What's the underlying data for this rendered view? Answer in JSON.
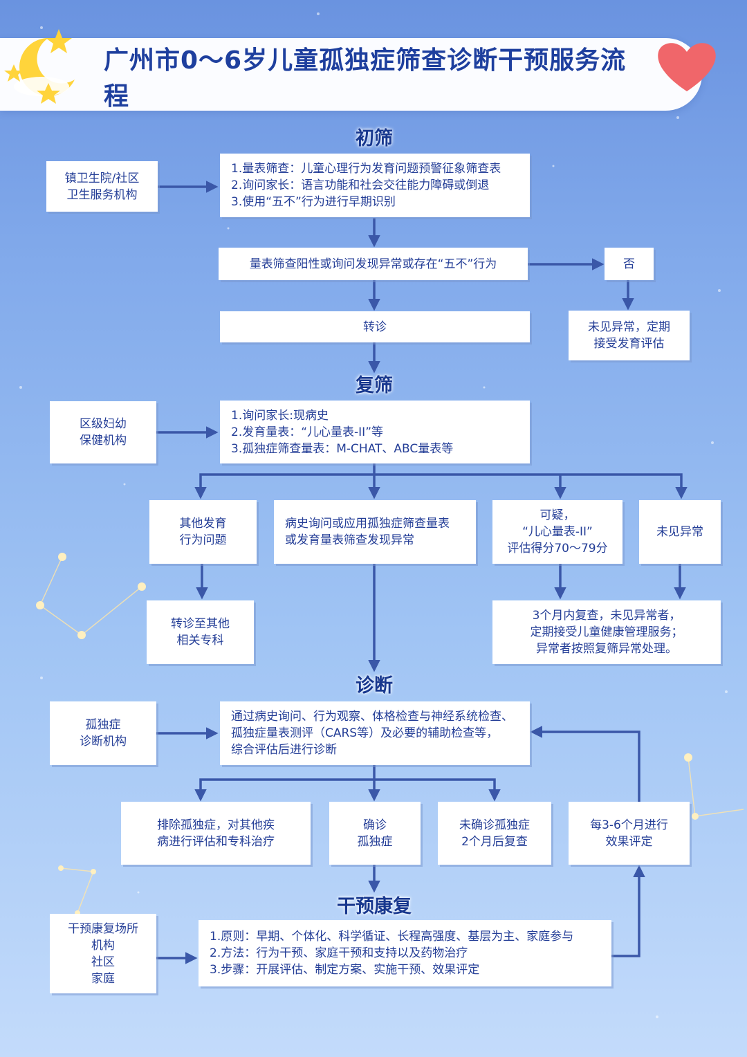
{
  "title": "广州市0～6岁儿童孤独症筛查诊断干预服务流程",
  "colors": {
    "accent": "#3a57a8",
    "text": "#243e97",
    "box": "#ffffff"
  },
  "icons": [
    "moon-icon",
    "star-icon",
    "heart-icon",
    "constellation-icon"
  ],
  "sections": {
    "initial": "初筛",
    "rescreen": "复筛",
    "diagnosis": "诊断",
    "intervention": "干预康复"
  },
  "initial": {
    "org": "镇卫生院/社区\n卫生服务机构",
    "steps": "1.量表筛查：儿童心理行为发育问题预警征象筛查表\n2.询问家长：语言功能和社会交往能力障碍或倒退\n3.使用“五不”行为进行早期识别",
    "condition": "量表筛查阳性或询问发现异常或存在“五不”行为",
    "no": "否",
    "no_result": "未见异常，定期\n接受发育评估",
    "referral": "转诊"
  },
  "rescreen": {
    "org": "区级妇幼\n保健机构",
    "steps": "1.询问家长:现病史\n2.发育量表：“儿心量表-II”等\n3.孤独症筛查量表：M-CHAT、ABC量表等",
    "other": "其他发育\n行为问题",
    "abnormal": "病史询问或应用孤独症筛查量表\n或发育量表筛查发现异常",
    "suspect": "可疑，\n“儿心量表-II”\n评估得分70～79分",
    "normal": "未见异常",
    "other_referral": "转诊至其他\n相关专科",
    "recheck": "3个月内复查，未见异常者，\n定期接受儿童健康管理服务；\n异常者按照复筛异常处理。"
  },
  "diagnosis": {
    "org": "孤独症\n诊断机构",
    "steps": "通过病史询问、行为观察、体格检查与神经系统检查、\n孤独症量表测评（CARS等）及必要的辅助检查等，\n综合评估后进行诊断",
    "exclude": "排除孤独症，对其他疾\n病进行评估和专科治疗",
    "confirmed": "确诊\n孤独症",
    "undiagnosed": "未确诊孤独症\n2个月后复查",
    "evaluate": "每3-6个月进行\n效果评定"
  },
  "intervention": {
    "org": "干预康复场所\n机构\n社区\n家庭",
    "steps": "1.原则：早期、个体化、科学循证、长程高强度、基层为主、家庭参与\n2.方法：行为干预、家庭干预和支持以及药物治疗\n3.步骤：开展评估、制定方案、实施干预、效果评定"
  }
}
